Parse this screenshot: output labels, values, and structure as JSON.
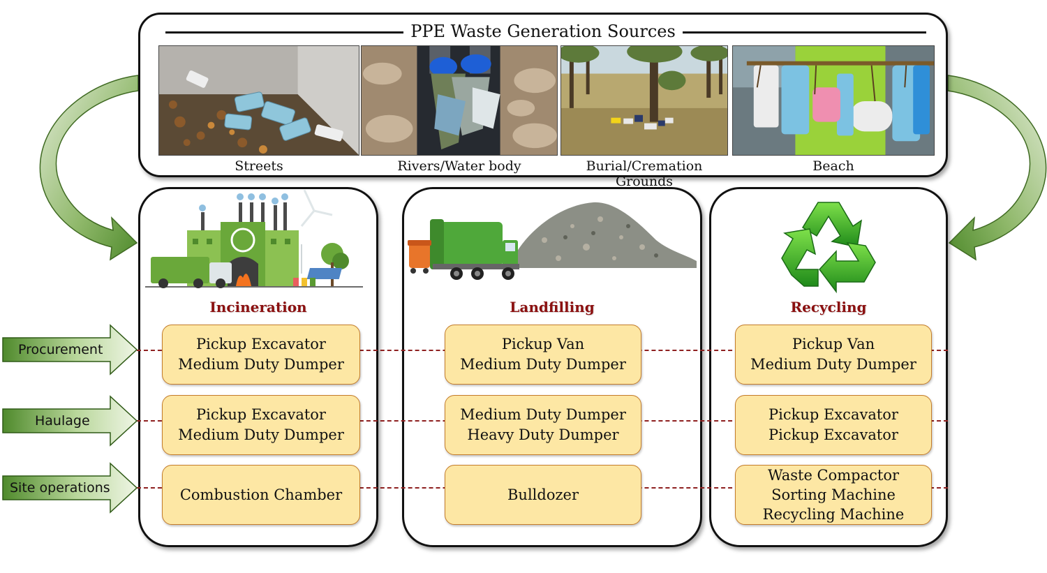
{
  "sources": {
    "title": "PPE Waste Generation Sources",
    "items": [
      {
        "caption": "Streets"
      },
      {
        "caption": "Rivers/Water body"
      },
      {
        "caption": "Burial/Cremation Grounds"
      },
      {
        "caption": "Beach"
      }
    ]
  },
  "methods": [
    {
      "title": "Incineration"
    },
    {
      "title": "Landfilling"
    },
    {
      "title": "Recycling"
    }
  ],
  "stages": [
    {
      "label": "Procurement"
    },
    {
      "label": "Haulage"
    },
    {
      "label": "Site operations"
    }
  ],
  "equipment": {
    "incineration": {
      "procurement": [
        "Pickup Excavator",
        "Medium Duty Dumper"
      ],
      "haulage": [
        "Pickup Excavator",
        "Medium Duty Dumper"
      ],
      "site_operations": [
        "Combustion Chamber"
      ]
    },
    "landfilling": {
      "procurement": [
        "Pickup Van",
        "Medium Duty Dumper"
      ],
      "haulage": [
        "Medium Duty Dumper",
        "Heavy Duty Dumper"
      ],
      "site_operations": [
        "Bulldozer"
      ]
    },
    "recycling": {
      "procurement": [
        "Pickup Van",
        "Medium Duty Dumper"
      ],
      "haulage": [
        "Pickup Excavator",
        "Pickup Excavator"
      ],
      "site_operations": [
        "Waste Compactor",
        "Sorting Machine",
        "Recycling Machine"
      ]
    }
  },
  "colors": {
    "accent_green": "#5a9a32",
    "box_fill": "#fde7a4",
    "box_border": "#c47c2a",
    "method_title": "#8b1010",
    "dash": "#8e2020"
  }
}
